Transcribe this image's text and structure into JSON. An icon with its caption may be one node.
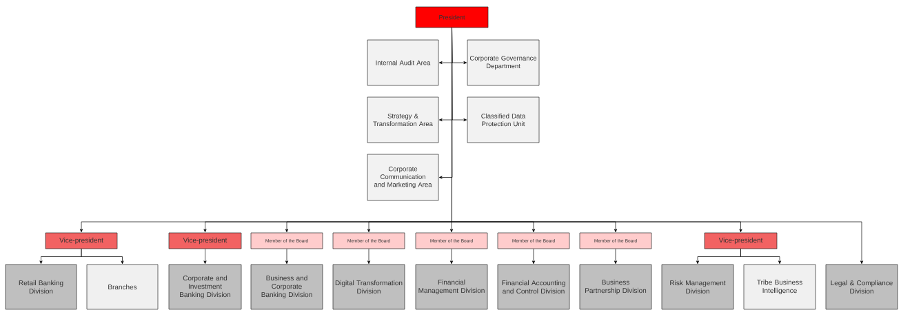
{
  "diagram": {
    "nodes": [
      {
        "text": [
          "President"
        ]
      },
      {
        "text": [
          "Internal Audit Area"
        ]
      },
      {
        "text": [
          "Corporate Governance Department"
        ]
      },
      {
        "text": [
          "Strategy & Transformation Area"
        ]
      },
      {
        "text": [
          "Classified Data Protection Unit"
        ]
      },
      {
        "text": [
          "Corporate Communication and Marketing Area"
        ]
      },
      {
        "text": [
          "Vice-president"
        ]
      },
      {
        "text": [
          "Vice-president"
        ]
      },
      {
        "text": [
          "Member of the Board"
        ]
      },
      {
        "text": [
          "Member of the Board"
        ]
      },
      {
        "text": [
          "Member of the Board"
        ]
      },
      {
        "text": [
          "Member of the Board"
        ]
      },
      {
        "text": [
          "Member of the Board"
        ]
      },
      {
        "text": [
          "Vice-president"
        ]
      },
      {
        "text": [
          "Retail Banking Division"
        ]
      },
      {
        "text": [
          "Branches"
        ]
      },
      {
        "text": [
          "Corporate and Investment Banking Division"
        ]
      },
      {
        "text": [
          "Business and Corporate Banking Division"
        ]
      },
      {
        "text": [
          "Digital Transformation Division"
        ]
      },
      {
        "text": [
          "Financial Management Division"
        ]
      },
      {
        "text": [
          "Financial Accounting and Control Division"
        ]
      },
      {
        "text": [
          "Business Partnership Division"
        ]
      },
      {
        "text": [
          "Risk Management Division"
        ]
      },
      {
        "text": [
          "Tribe Business Intelligence"
        ]
      },
      {
        "text": [
          "Legal & Compliance Division"
        ]
      }
    ],
    "edges": [
      {
        "from": 0,
        "to": 1,
        "arrow": "to"
      },
      {
        "from": 0,
        "to": 2,
        "arrow": "to"
      },
      {
        "from": 0,
        "to": 3,
        "arrow": "to"
      },
      {
        "from": 0,
        "to": 4,
        "arrow": "to"
      },
      {
        "from": 0,
        "to": 5,
        "arrow": "to"
      },
      {
        "from": 0,
        "to": 6,
        "arrow": "to"
      },
      {
        "from": 0,
        "to": 7,
        "arrow": "to"
      },
      {
        "from": 0,
        "to": 8,
        "arrow": "to"
      },
      {
        "from": 0,
        "to": 9,
        "arrow": "to"
      },
      {
        "from": 0,
        "to": 10,
        "arrow": "to"
      },
      {
        "from": 0,
        "to": 11,
        "arrow": "to"
      },
      {
        "from": 0,
        "to": 12,
        "arrow": "to"
      },
      {
        "from": 0,
        "to": 13,
        "arrow": "to"
      },
      {
        "from": 0,
        "to": 24,
        "arrow": "to"
      },
      {
        "from": 6,
        "to": 14,
        "arrow": "to"
      },
      {
        "from": 6,
        "to": 15,
        "arrow": "to"
      },
      {
        "from": 7,
        "to": 16,
        "arrow": "to"
      },
      {
        "from": 8,
        "to": 17,
        "arrow": "to"
      },
      {
        "from": 9,
        "to": 18,
        "arrow": "to"
      },
      {
        "from": 10,
        "to": 19,
        "arrow": "to"
      },
      {
        "from": 11,
        "to": 20,
        "arrow": "to"
      },
      {
        "from": 12,
        "to": 21,
        "arrow": "to"
      },
      {
        "from": 13,
        "to": 22,
        "arrow": "to"
      },
      {
        "from": 13,
        "to": 23,
        "arrow": "to"
      }
    ]
  }
}
